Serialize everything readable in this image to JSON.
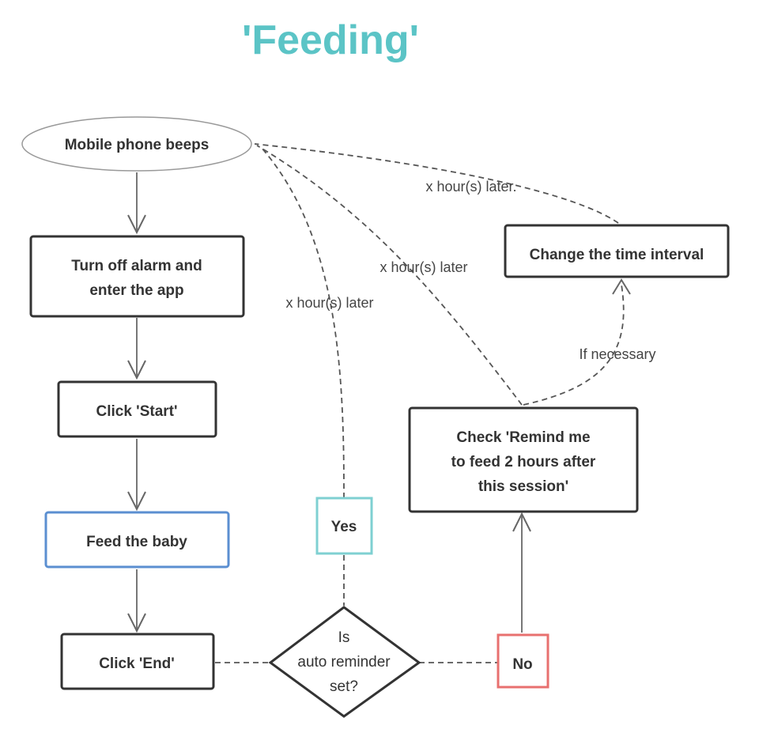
{
  "title": "'Feeding'",
  "colors": {
    "title": "#5bc4c6",
    "feed_box_border": "#5b8fd1",
    "yes_border": "#7fd0d2",
    "no_border": "#e8706f",
    "default_border": "#333333"
  },
  "nodes": {
    "start": {
      "label": "Mobile phone beeps"
    },
    "turn_off": {
      "line1": "Turn off alarm and",
      "line2": "enter the app"
    },
    "click_start": {
      "label": "Click 'Start'"
    },
    "feed": {
      "label": "Feed the baby"
    },
    "click_end": {
      "label": "Click 'End'"
    },
    "decision": {
      "line1": "Is",
      "line2": "auto reminder",
      "line3": "set?"
    },
    "yes": {
      "label": "Yes"
    },
    "no": {
      "label": "No"
    },
    "check": {
      "line1": "Check 'Remind me",
      "line2": "to feed 2 hours after",
      "line3": "this session'"
    },
    "change": {
      "label": "Change the time interval"
    }
  },
  "edges": {
    "later_1": "x hour(s) later.",
    "later_2": "x hour(s) later",
    "later_3": "x hour(s) later",
    "if_necessary": "If necessary"
  }
}
